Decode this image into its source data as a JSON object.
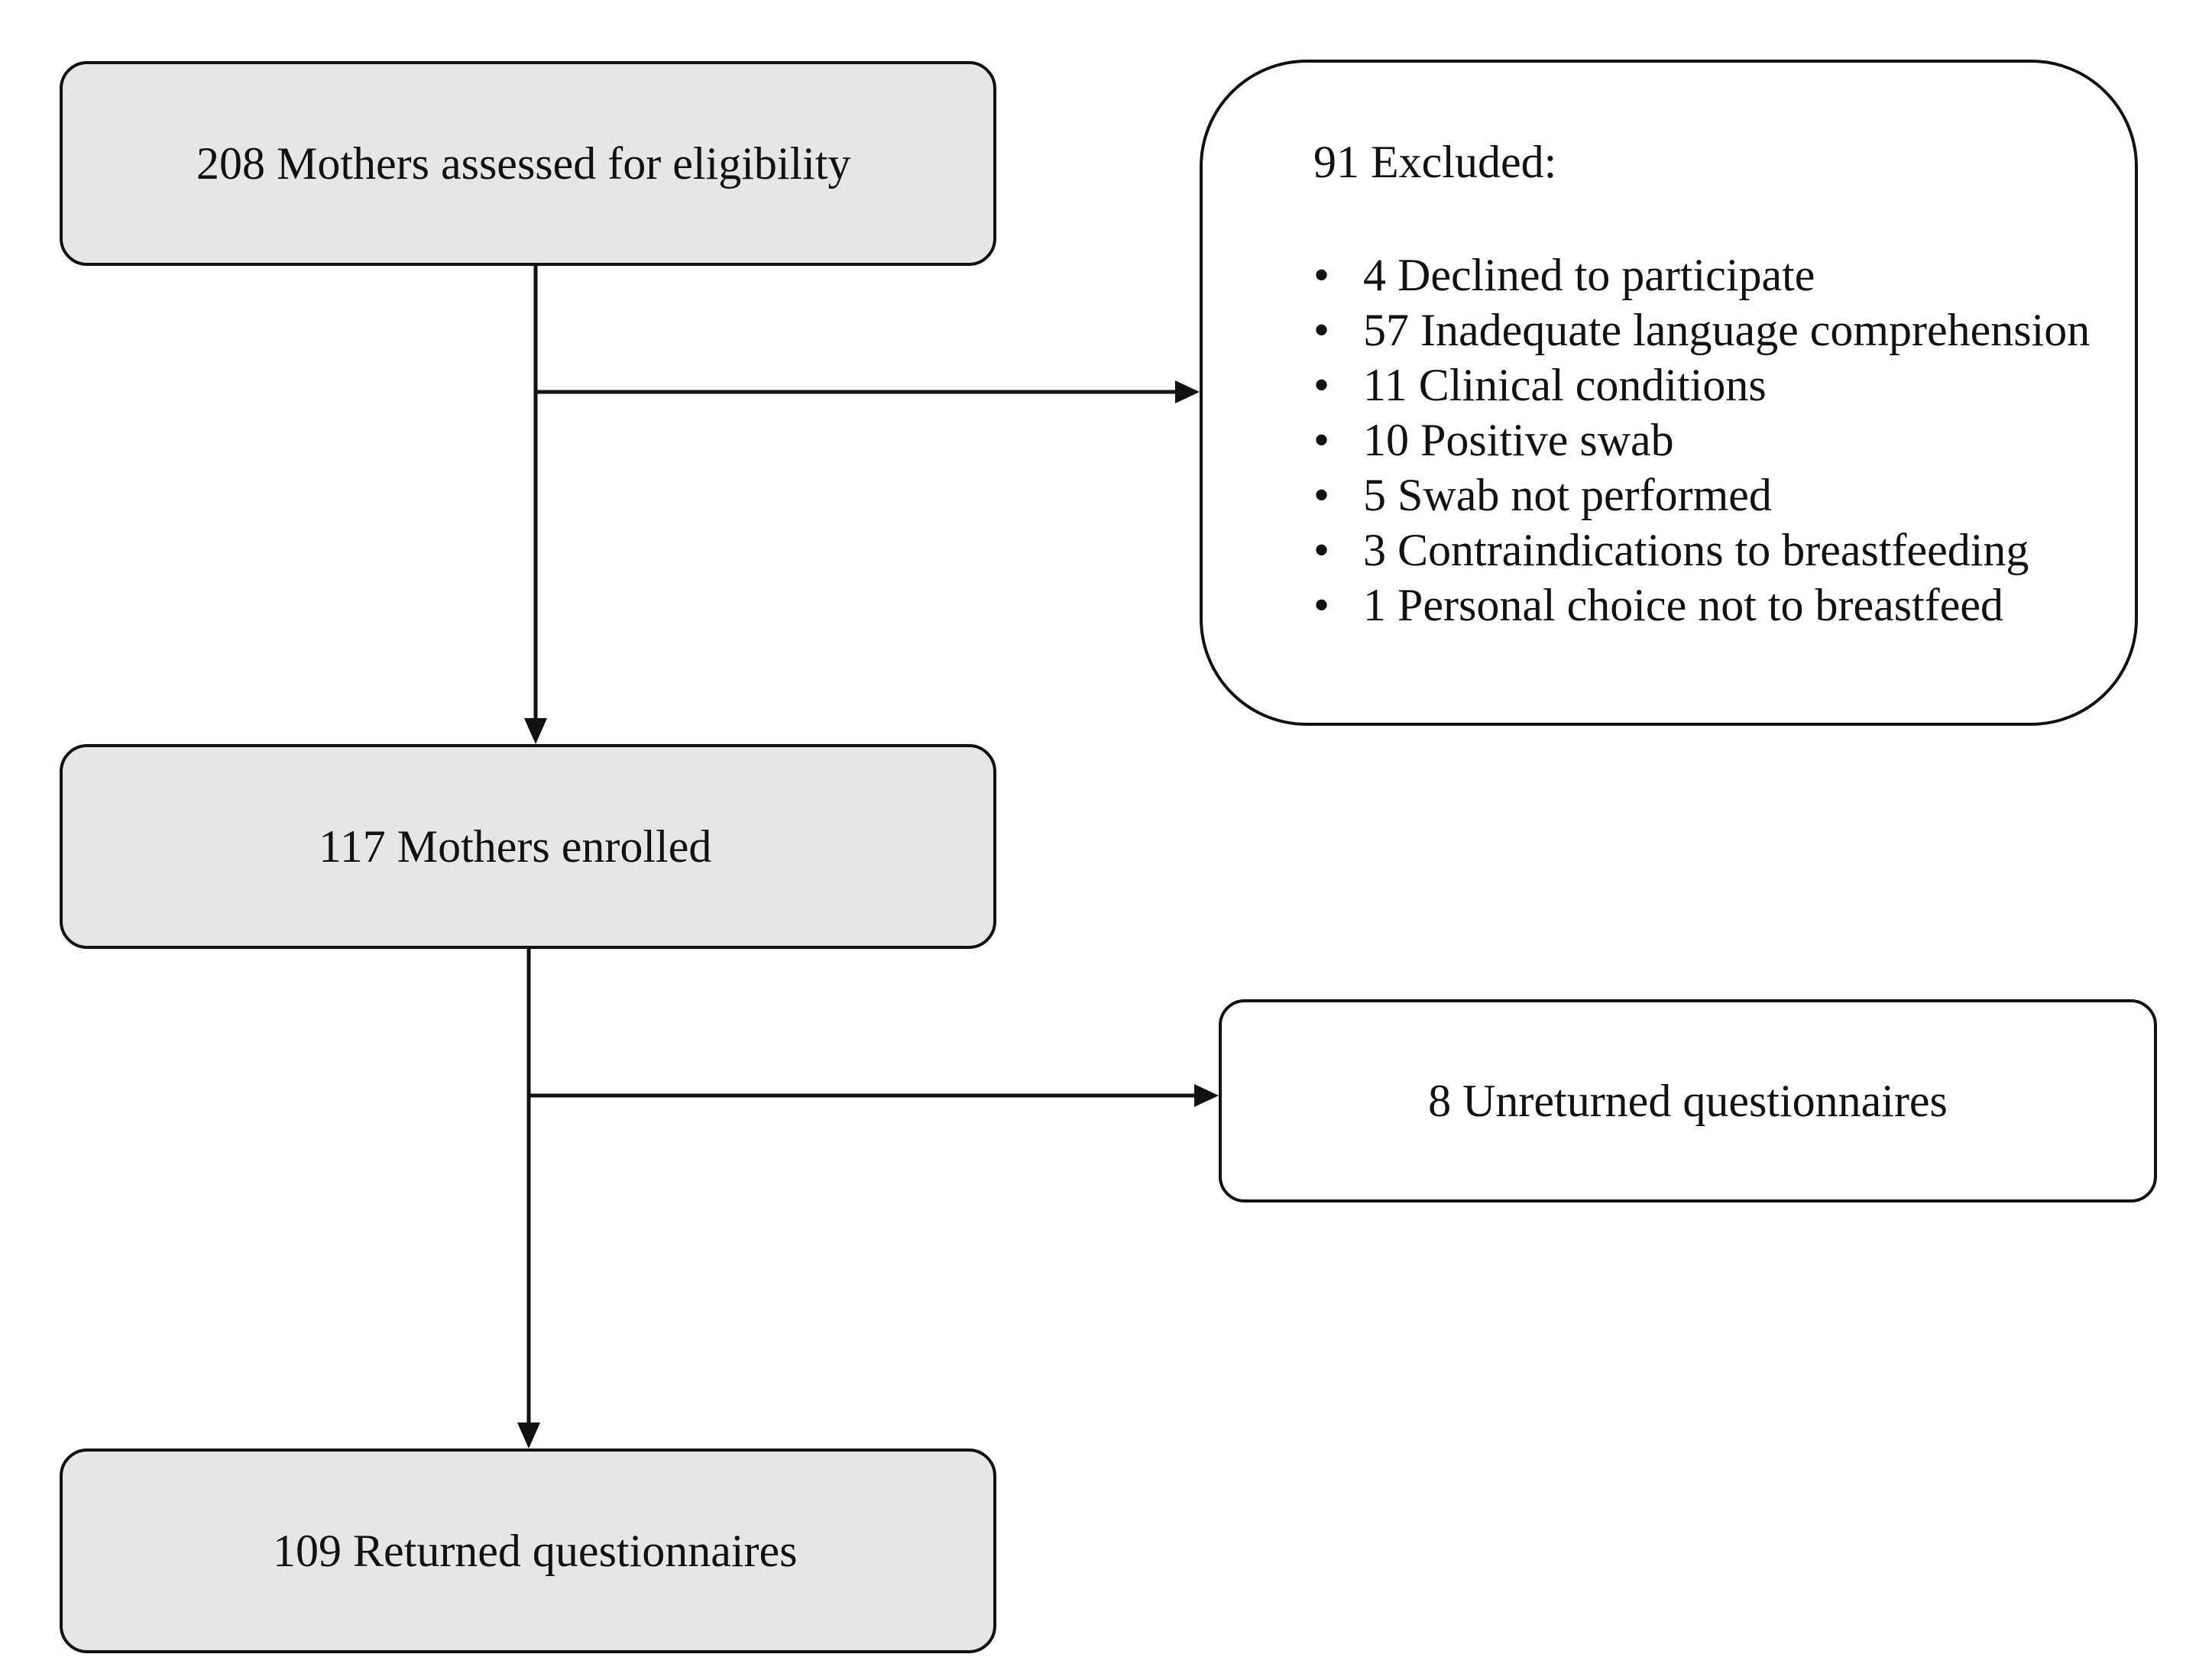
{
  "nodes": {
    "assessed": {
      "label": "208 Mothers assessed for eligibility"
    },
    "excluded": {
      "title": "91 Excluded:",
      "items": [
        "4 Declined to participate",
        "57 Inadequate language comprehension",
        "11 Clinical conditions",
        "10 Positive swab",
        "5 Swab not performed",
        "3 Contraindications to breastfeeding",
        "1 Personal choice not to breastfeed"
      ]
    },
    "enrolled": {
      "label": "117 Mothers enrolled"
    },
    "unreturned": {
      "label": "8 Unreturned questionnaires"
    },
    "returned": {
      "label": "109 Returned questionnaires"
    }
  },
  "edges": [
    {
      "from": "assessed",
      "to": "enrolled"
    },
    {
      "from": "assessed",
      "to": "excluded"
    },
    {
      "from": "enrolled",
      "to": "returned"
    },
    {
      "from": "enrolled",
      "to": "unreturned"
    }
  ],
  "colors": {
    "box_fill": "#e6e6e6",
    "box_fill_white": "#ffffff",
    "stroke": "#111111"
  }
}
